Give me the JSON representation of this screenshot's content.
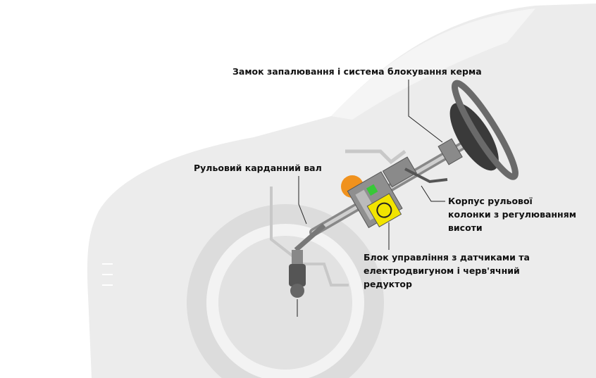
{
  "labels": {
    "ignition_lock": "Замок запалювання і система блокування керма",
    "cardan_shaft": "Рульовий карданний вал",
    "column_housing": [
      "Корпус рульової",
      "колонки з регулюванням",
      "висоти"
    ],
    "control_unit": [
      "Блок управління з датчиками та",
      "електродвигуном і черв'ячний",
      "редуктор"
    ]
  },
  "colors": {
    "car_body": "#ececec",
    "wheel": "#dedede",
    "column": "#9a9a9a",
    "motor_orange": "#f0921e",
    "control_yellow": "#f2e400",
    "sensor_green": "#37c837"
  }
}
